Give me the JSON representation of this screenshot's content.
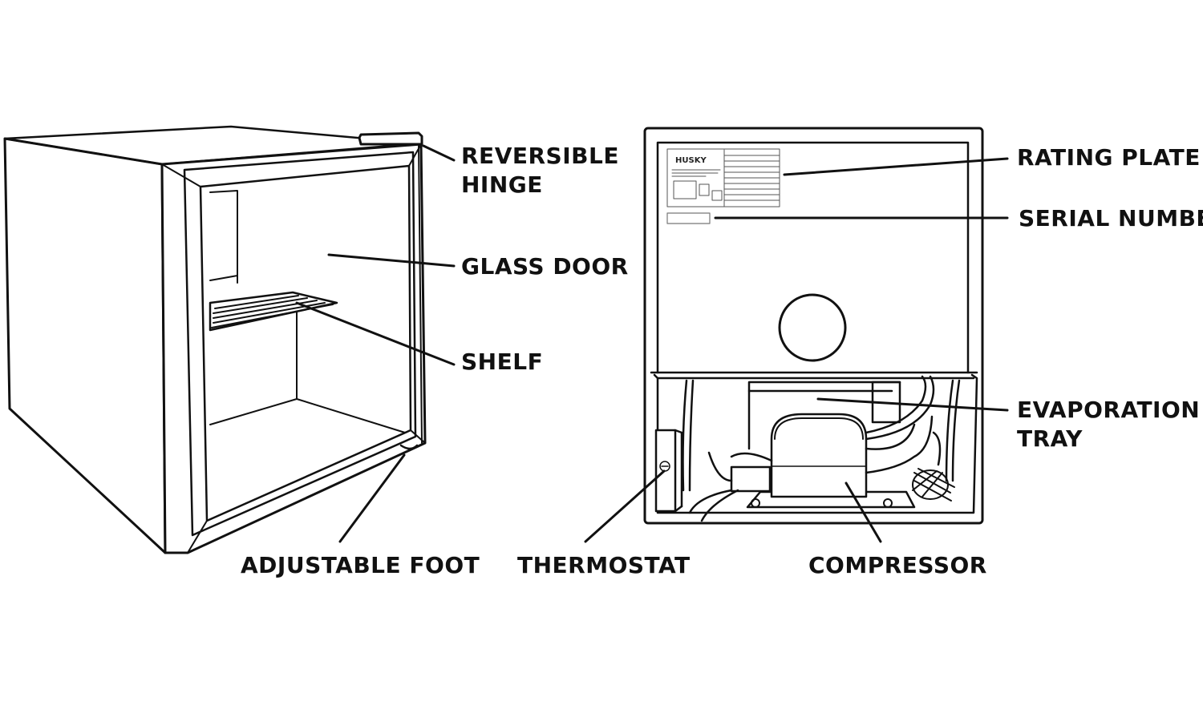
{
  "colors": {
    "ink": "#111111",
    "background": "#ffffff",
    "plate_ink": "#555555"
  },
  "rating_plate": {
    "brand": "HUSKY"
  },
  "labels": {
    "reversible_hinge": [
      "REVERSIBLE",
      "HINGE"
    ],
    "glass_door": "GLASS DOOR",
    "shelf": "SHELF",
    "adjustable_foot": "ADJUSTABLE FOOT",
    "rating_plate": "RATING PLATE",
    "serial_number": "SERIAL NUMBER",
    "evaporation_tray": [
      "EVAPORATION",
      "TRAY"
    ],
    "thermostat": "THERMOSTAT",
    "compressor": "COMPRESSOR"
  }
}
